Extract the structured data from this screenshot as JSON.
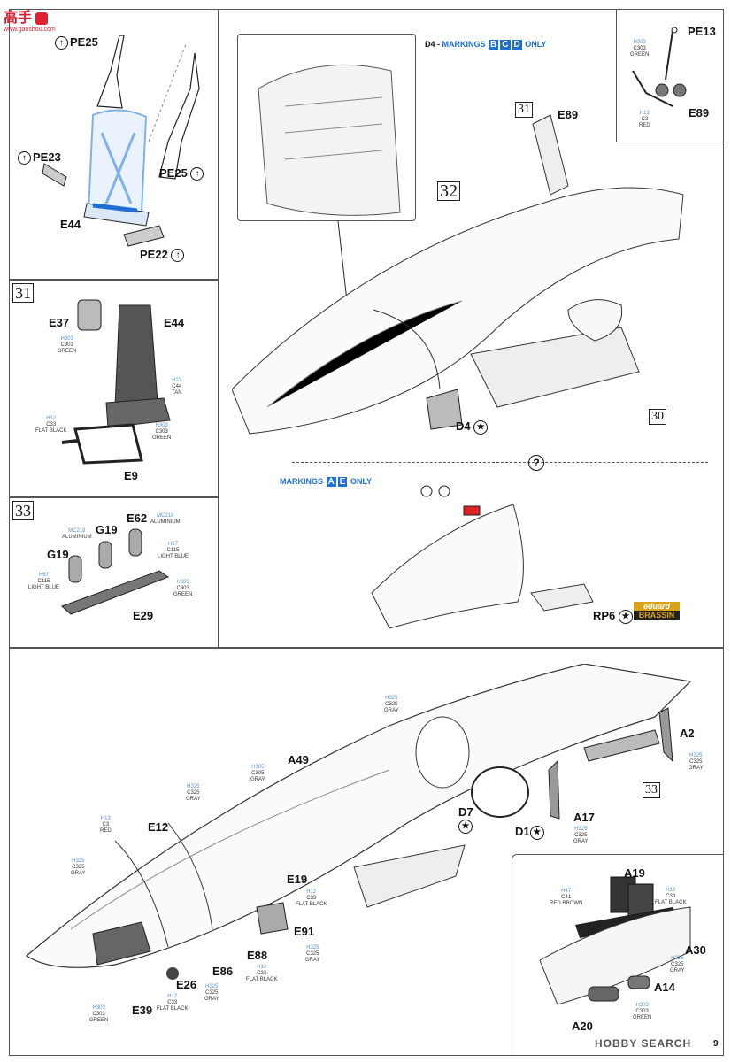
{
  "watermark_top": {
    "chars": "高手",
    "site": "www.gaoshou.com"
  },
  "watermark_bottom": "HOBBY SEARCH",
  "page_number": "9",
  "steps": {
    "s31": "31",
    "s31b": "31",
    "s32": "32",
    "s33": "33",
    "s33b": "33",
    "s30": "30"
  },
  "markings_d4": {
    "prefix": "D4 -",
    "word": "MARKINGS",
    "b": "B",
    "c": "C",
    "d": "D",
    "suffix": "ONLY"
  },
  "markings_ae": {
    "word": "MARKINGS",
    "a": "A",
    "e": "E",
    "suffix": "ONLY"
  },
  "brassin": {
    "top": "eduard",
    "bottom": "BRASSIN"
  },
  "parts": {
    "pe25a": "PE25",
    "pe25b": "PE25",
    "pe23": "PE23",
    "pe22": "PE22",
    "e44a": "E44",
    "pe13": "PE13",
    "e89a": "E89",
    "e89b": "E89",
    "e37": "E37",
    "e44b": "E44",
    "e9": "E9",
    "d4": "D4",
    "rp6": "RP6",
    "g19a": "G19",
    "g19b": "G19",
    "e62": "E62",
    "e29": "E29",
    "a49": "A49",
    "a2": "A2",
    "a17": "A17",
    "d7": "D7",
    "d1": "D1",
    "e12": "E12",
    "e19": "E19",
    "e91": "E91",
    "e88": "E88",
    "e86": "E86",
    "e26": "E26",
    "e39": "E39",
    "a19": "A19",
    "a30": "A30",
    "a14": "A14",
    "a20": "A20"
  },
  "paints": {
    "p1": {
      "code": "H303",
      "mc": "C303",
      "name": "GREEN"
    },
    "p2": {
      "code": "H13",
      "mc": "C3",
      "name": "RED"
    },
    "p3": {
      "code": "H303",
      "mc": "C303",
      "name": "GREEN"
    },
    "p4": {
      "code": "H27",
      "mc": "C44",
      "name": "TAN"
    },
    "p5": {
      "code": "H12",
      "mc": "C33",
      "name": "FLAT BLACK"
    },
    "p6": {
      "code": "H303",
      "mc": "C303",
      "name": "GREEN"
    },
    "p7": {
      "code": "MC218",
      "mc": "",
      "name": "ALUMINIUM"
    },
    "p8": {
      "code": "MC218",
      "mc": "",
      "name": "ALUMINIUM"
    },
    "p9": {
      "code": "H67",
      "mc": "C115",
      "name": "LIGHT BLUE"
    },
    "p10": {
      "code": "H67",
      "mc": "C115",
      "name": "LIGHT BLUE"
    },
    "p11": {
      "code": "H303",
      "mc": "C303",
      "name": "GREEN"
    },
    "p12": {
      "code": "H325",
      "mc": "C325",
      "name": "GRAY"
    },
    "p13": {
      "code": "H305",
      "mc": "C305",
      "name": "GRAY"
    },
    "p14": {
      "code": "H325",
      "mc": "C325",
      "name": "GRAY"
    },
    "p15": {
      "code": "H325",
      "mc": "C325",
      "name": "GRAY"
    },
    "p16": {
      "code": "H325",
      "mc": "C325",
      "name": "GRAY"
    },
    "p17": {
      "code": "H13",
      "mc": "C3",
      "name": "RED"
    },
    "p18": {
      "code": "H325",
      "mc": "C325",
      "name": "GRAY"
    },
    "p19": {
      "code": "H12",
      "mc": "C33",
      "name": "FLAT BLACK"
    },
    "p20": {
      "code": "H325",
      "mc": "C325",
      "name": "GRAY"
    },
    "p21": {
      "code": "H12",
      "mc": "C33",
      "name": "FLAT BLACK"
    },
    "p22": {
      "code": "H12",
      "mc": "C33",
      "name": "FLAT BLACK"
    },
    "p23": {
      "code": "H325",
      "mc": "C325",
      "name": "GRAY"
    },
    "p24": {
      "code": "H303",
      "mc": "C303",
      "name": "GREEN"
    },
    "p25": {
      "code": "H47",
      "mc": "C41",
      "name": "RED BROWN"
    },
    "p26": {
      "code": "H12",
      "mc": "C33",
      "name": "FLAT BLACK"
    },
    "p27": {
      "code": "H325",
      "mc": "C325",
      "name": "GRAY"
    },
    "p28": {
      "code": "H303",
      "mc": "C303",
      "name": "GREEN"
    }
  },
  "colors": {
    "marking_blue": "#1d6fd1",
    "paint_code": "#5a8fd0",
    "belt_blue": "#7fb2e8",
    "brassin_gold": "#d9a21b"
  }
}
